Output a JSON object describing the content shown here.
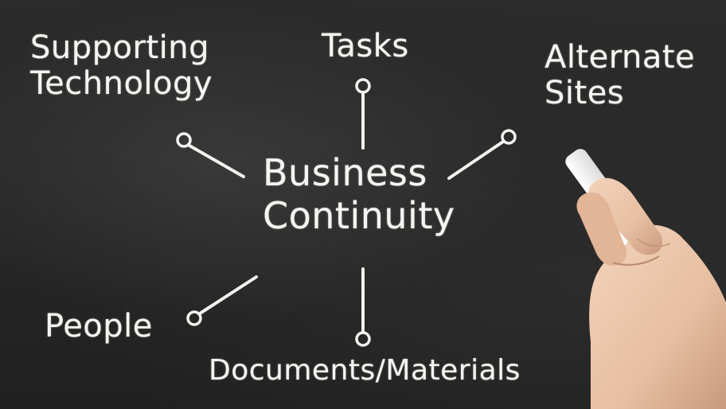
{
  "center": {
    "line1": "Business",
    "line2": "Continuity"
  },
  "nodes": {
    "supporting_technology": {
      "line1": "Supporting",
      "line2": "Technology"
    },
    "tasks": {
      "label": "Tasks"
    },
    "alternate_sites": {
      "line1": "Alternate",
      "line2": "Sites"
    },
    "people": {
      "label": "People"
    },
    "documents_materials": {
      "label": "Documents/Materials"
    }
  },
  "colors": {
    "board": "#262626",
    "chalk": "#f4f4f2",
    "skin": "#e9c3a8"
  },
  "icons": [
    "chalk-stick",
    "hand"
  ]
}
